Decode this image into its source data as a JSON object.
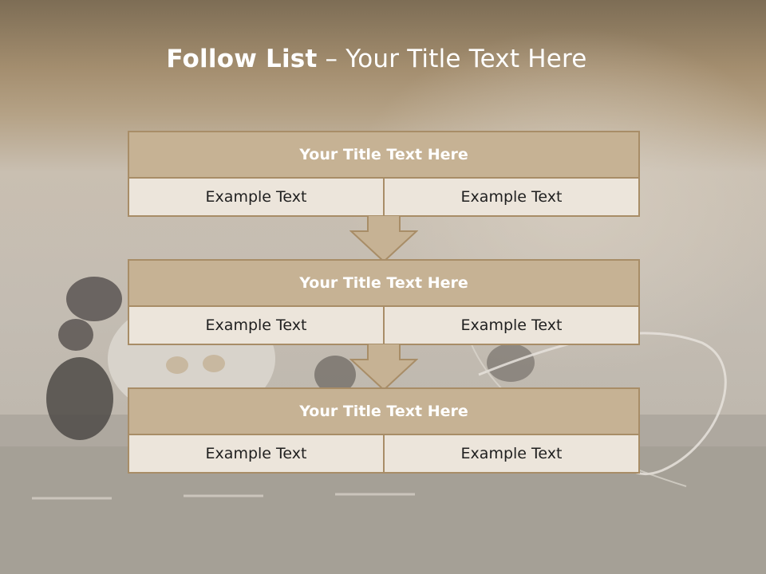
{
  "slide": {
    "title_bold": "Follow List",
    "title_dash": "–",
    "title_rest": "Your Title Text Here"
  },
  "blocks": [
    {
      "header": "Your Title Text Here",
      "left_text": "Example Text",
      "right_text": "Example Text"
    },
    {
      "header": "Your Title Text Here",
      "left_text": "Example Text",
      "right_text": "Example Text"
    },
    {
      "header": "Your Title Text Here",
      "left_text": "Example Text",
      "right_text": "Example Text"
    }
  ],
  "colors": {
    "header_fill": "#c6b294",
    "border": "#a88d67",
    "row_fill": "#ece5db",
    "arrow_fill": "#c6b294"
  }
}
